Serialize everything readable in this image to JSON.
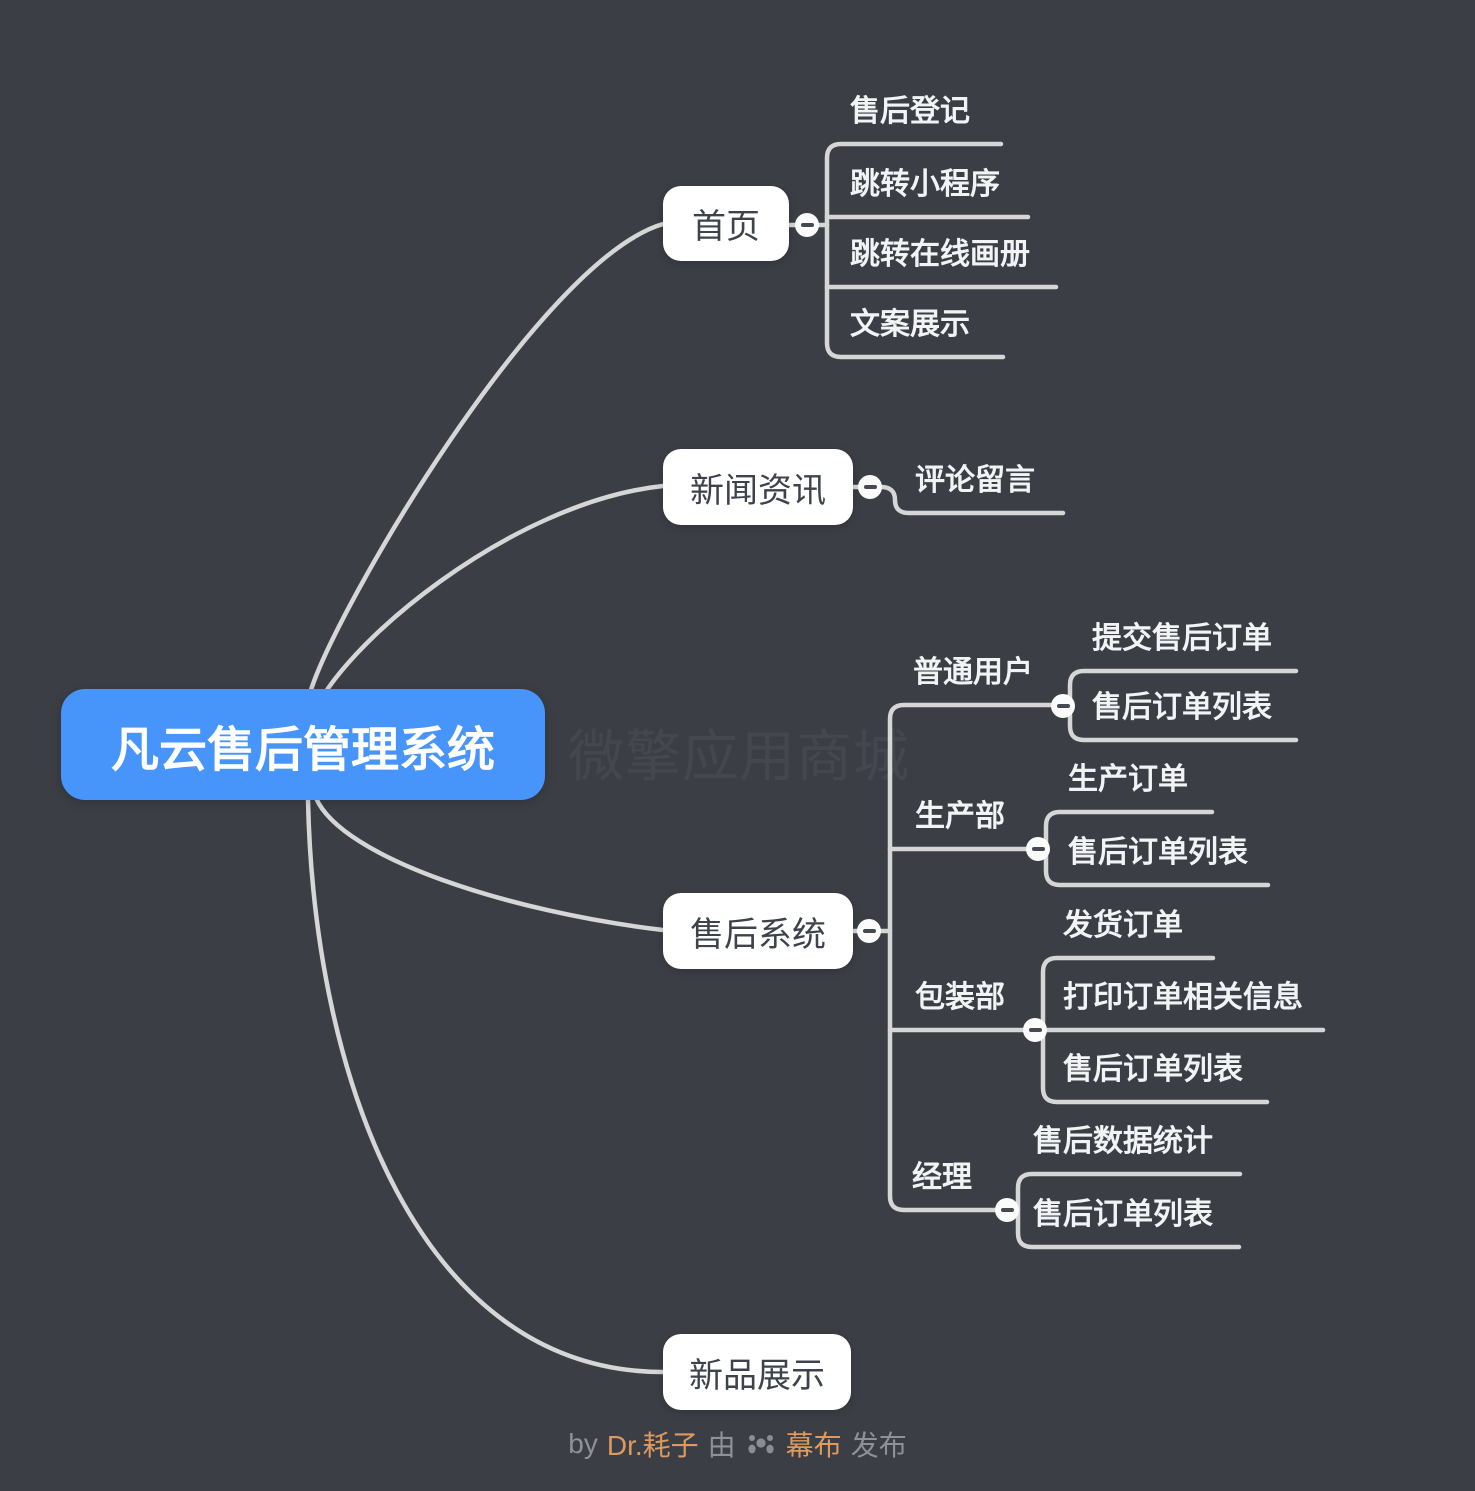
{
  "root": {
    "label": "凡云售后管理系统"
  },
  "branches": [
    {
      "label": "首页",
      "children": [
        {
          "label": "售后登记"
        },
        {
          "label": "跳转小程序"
        },
        {
          "label": "跳转在线画册"
        },
        {
          "label": "文案展示"
        }
      ]
    },
    {
      "label": "新闻资讯",
      "children": [
        {
          "label": "评论留言"
        }
      ]
    },
    {
      "label": "售后系统",
      "children": [
        {
          "label": "普通用户",
          "children": [
            {
              "label": "提交售后订单"
            },
            {
              "label": "售后订单列表"
            }
          ]
        },
        {
          "label": "生产部",
          "children": [
            {
              "label": "生产订单"
            },
            {
              "label": "售后订单列表"
            }
          ]
        },
        {
          "label": "包装部",
          "children": [
            {
              "label": "发货订单"
            },
            {
              "label": "打印订单相关信息"
            },
            {
              "label": "售后订单列表"
            }
          ]
        },
        {
          "label": "经理",
          "children": [
            {
              "label": "售后数据统计"
            },
            {
              "label": "售后订单列表"
            }
          ]
        }
      ]
    },
    {
      "label": "新品展示",
      "children": []
    }
  ],
  "watermark": {
    "text": "微擎应用商城"
  },
  "footer": {
    "by": "by",
    "author": "Dr.耗子",
    "via": "由",
    "brand": "幕布",
    "publish": "发布"
  },
  "colors": {
    "background": "#3b3e45",
    "root_fill": "#4795fa",
    "root_text": "#ffffff",
    "node_fill": "#ffffff",
    "node_text": "#3e434b",
    "leaf_text": "#f2f3f5",
    "connector": "#d6d6d6",
    "footer_accent": "#dd9a5f",
    "footer_gray": "#8e9196"
  }
}
